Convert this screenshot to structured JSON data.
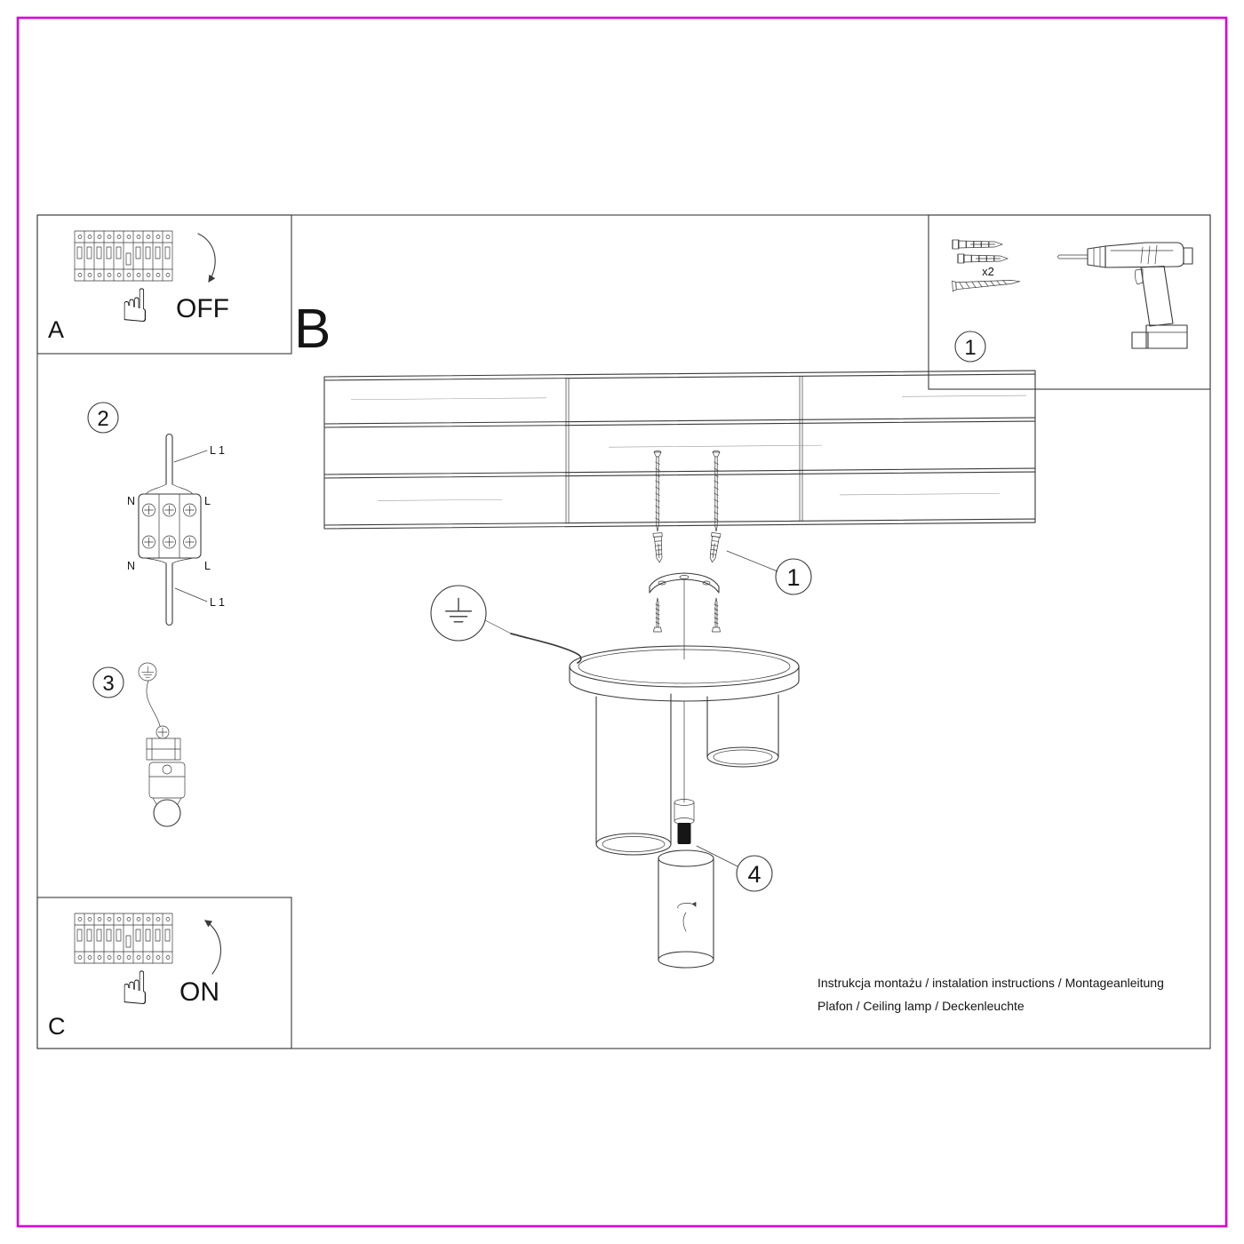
{
  "panels": {
    "power_off": {
      "label": "A",
      "state": "OFF"
    },
    "section": {
      "label": "B"
    },
    "power_on": {
      "label": "C",
      "state": "ON"
    }
  },
  "hardware_box": {
    "step_number": "1",
    "anchor_quantity": "x2"
  },
  "step_numbers": {
    "mounting": "1",
    "wiring": "2",
    "grounding": "3",
    "shade": "4"
  },
  "wiring_labels": {
    "top_wire": "L 1",
    "block_top_left": "N",
    "block_top_right": "L",
    "block_bottom_left": "N",
    "block_bottom_right": "L",
    "bottom_wire": "L 1"
  },
  "footer": {
    "line1": "Instrukcja montażu / instalation instructions / Montageanleitung",
    "line2": "Plafon / Ceiling lamp / Deckenleuchte"
  },
  "icons": {
    "pointing_hand": "☝"
  },
  "colors": {
    "border": "#d900d9",
    "line": "#3a3a3a"
  }
}
